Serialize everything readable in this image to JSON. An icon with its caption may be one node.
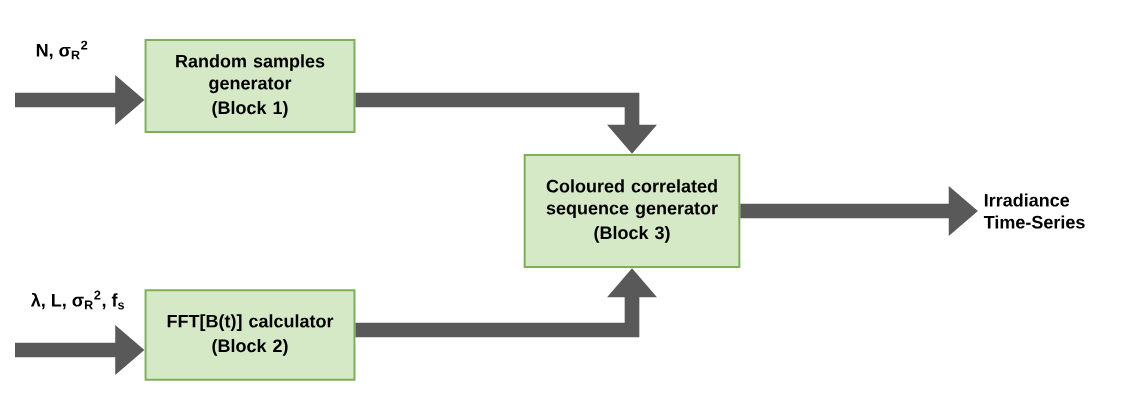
{
  "diagram": {
    "nodes": [
      {
        "text": [
          "Random samples generator",
          "(Block 1)"
        ]
      },
      {
        "text": [
          "FFT[B(t)] calculator",
          "(Block 2)"
        ]
      },
      {
        "text": [
          "Coloured correlated sequence generator",
          "(Block 3)"
        ]
      },
      {
        "text": [
          "Irradiance Time-Series"
        ]
      }
    ],
    "edges": [
      {
        "from": null,
        "to": 0,
        "arrow": "to",
        "label": "N, σ$_{R}$$^{2}$"
      },
      {
        "from": null,
        "to": 1,
        "arrow": "to",
        "label": "λ, L, σ$_{R}$$^{2}$, f$_{s}$"
      },
      {
        "from": 0,
        "to": 2,
        "arrow": "to"
      },
      {
        "from": 1,
        "to": 2,
        "arrow": "to"
      },
      {
        "from": 2,
        "to": 3,
        "arrow": "to"
      }
    ]
  }
}
